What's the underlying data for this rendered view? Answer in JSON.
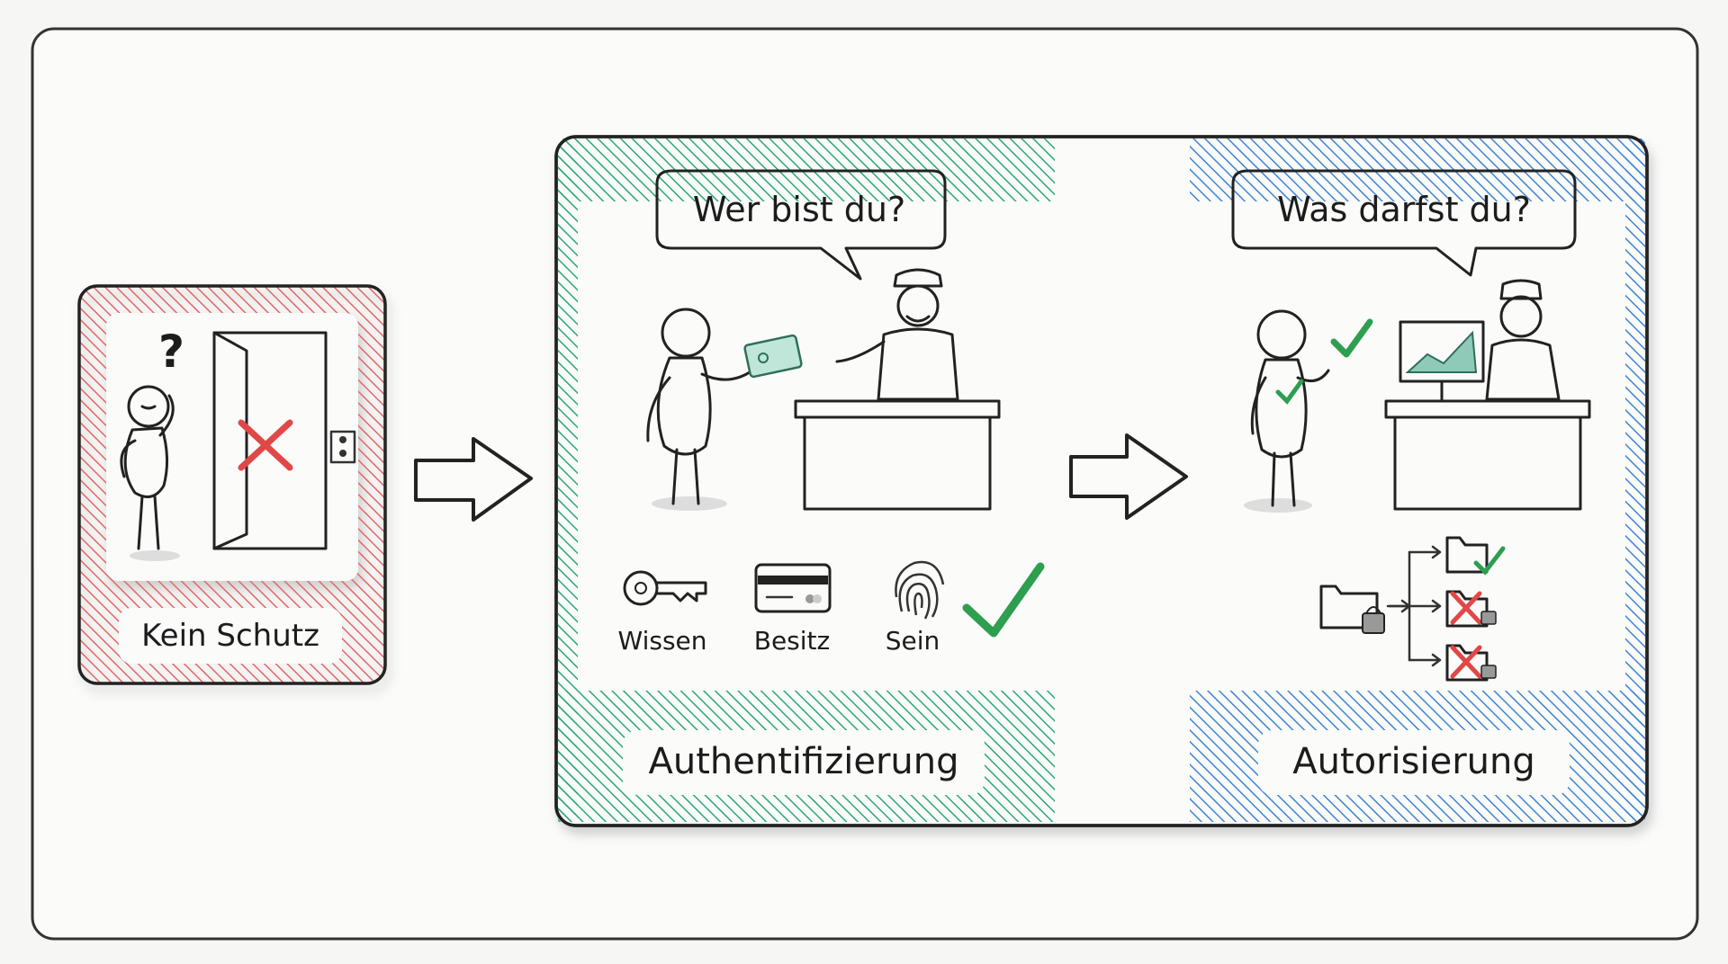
{
  "colors": {
    "red": "#e06666",
    "green": "#2aa876",
    "blue": "#3f84d1",
    "check": "#2e9e4f",
    "ink": "#222222"
  },
  "panels": {
    "no_protection": {
      "label": "Kein Schutz"
    },
    "authentication": {
      "label": "Authentifizierung",
      "question": "Wer bist du?",
      "factors": [
        {
          "icon": "key-icon",
          "label": "Wissen"
        },
        {
          "icon": "card-icon",
          "label": "Besitz"
        },
        {
          "icon": "fingerprint-icon",
          "label": "Sein"
        }
      ]
    },
    "authorization": {
      "label": "Autorisierung",
      "question": "Was darfst du?"
    }
  },
  "symbols": {
    "question_mark": "?"
  }
}
